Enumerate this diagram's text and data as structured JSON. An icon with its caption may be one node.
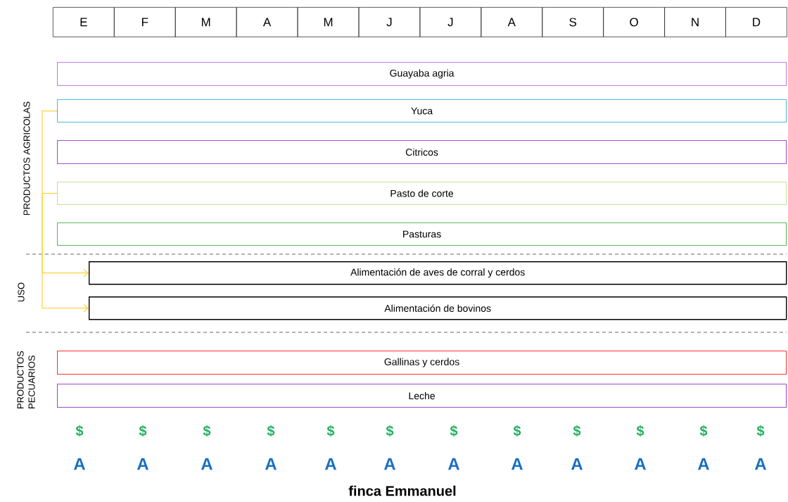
{
  "diagram": {
    "caption": "finca Emmanuel",
    "nodes": [
      {
        "text": [
          "Guayaba agria"
        ]
      },
      {
        "text": [
          "Yuca"
        ]
      },
      {
        "text": [
          "Citricos"
        ]
      },
      {
        "text": [
          "Pasto de corte"
        ]
      },
      {
        "text": [
          "Pasturas"
        ]
      },
      {
        "text": [
          "Alimentación de aves de corral y cerdos"
        ]
      },
      {
        "text": [
          "Alimentación de bovinos"
        ]
      },
      {
        "text": [
          "Gallinas y cerdos"
        ]
      },
      {
        "text": [
          "Leche"
        ]
      }
    ],
    "edges": [
      {
        "from": 1,
        "to": 5,
        "arrow": "to"
      },
      {
        "from": 3,
        "to": 6,
        "arrow": "to"
      }
    ],
    "labels": [
      "E",
      "F",
      "M",
      "A",
      "M",
      "J",
      "J",
      "A",
      "S",
      "O",
      "N",
      "D",
      "PRODUCTOS AGRICOLAS",
      "USO",
      "PRODUCTOS PECUARIOS",
      "$",
      "$",
      "$",
      "$",
      "$",
      "$",
      "$",
      "$",
      "$",
      "$",
      "$",
      "$",
      "A",
      "A",
      "A",
      "A",
      "A",
      "A",
      "A",
      "A",
      "A",
      "A",
      "A",
      "A"
    ]
  }
}
